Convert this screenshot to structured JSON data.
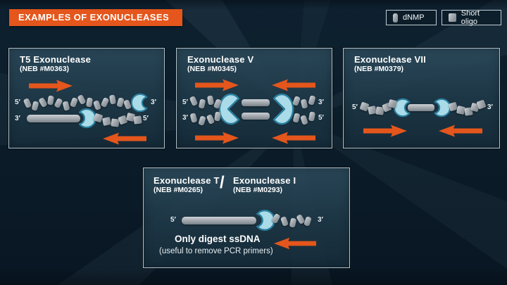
{
  "banner": {
    "title": "EXAMPLES OF EXONUCLEASES"
  },
  "legend": {
    "items": [
      {
        "label": "dNMP"
      },
      {
        "label": "Short oligo"
      }
    ]
  },
  "strand_labels": {
    "five_prime": "5′",
    "three_prime": "3′"
  },
  "panels": {
    "t5": {
      "title": "T5 Exonuclease",
      "catalog": "(NEB #M0363)"
    },
    "exo_v": {
      "title": "Exonuclease V",
      "catalog": "(NEB #M0345)"
    },
    "exo_vii": {
      "title": "Exonuclease VII",
      "catalog": "(NEB #M0379)"
    },
    "exo_t": {
      "title": "Exonuclease T",
      "catalog": "(NEB #M0265)"
    },
    "exo_i": {
      "title": "Exonuclease I",
      "catalog": "(NEB #M0293)"
    },
    "slash": "/",
    "note_bold": "Only digest ssDNA",
    "note": "(useful to remove PCR primers)"
  },
  "colors": {
    "accent_orange": "#e4561c",
    "enzyme_fill": "#a9dbe8",
    "enzyme_outline": "#2a7f9e",
    "dna_gray": "#9aa1a7",
    "panel_border": "#b2c2ca",
    "background": "#0b1c28"
  }
}
